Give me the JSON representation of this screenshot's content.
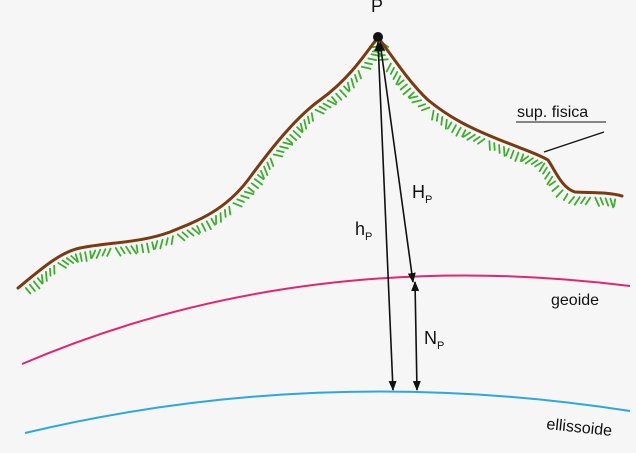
{
  "labels": {
    "point": "P",
    "surface": "sup. fisica",
    "geoid": "geoide",
    "ellipsoid": "ellissoide",
    "ellipsoidal_height": {
      "main": "h",
      "sub": "P"
    },
    "orthometric_height": {
      "main": "H",
      "sub": "P"
    },
    "geoid_undulation": {
      "main": "N",
      "sub": "P"
    }
  },
  "colors": {
    "surface": "#7a3a12",
    "vegetation": "#3cae2c",
    "geoid": "#e0266f",
    "ellipsoid": "#2aa8e0",
    "lines": "#111111",
    "background": "#f6f6f7"
  }
}
